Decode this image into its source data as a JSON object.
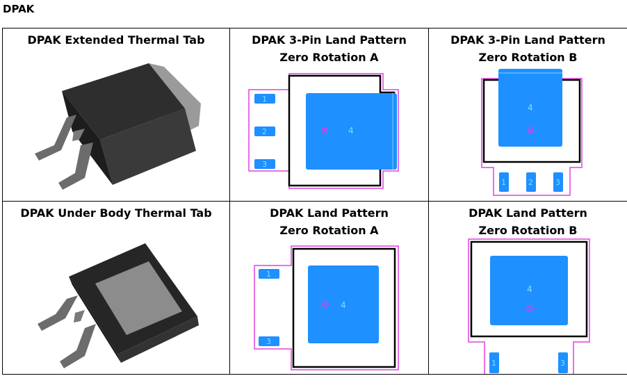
{
  "document": {
    "heading": "DPAK",
    "cells": [
      {
        "title_lines": [
          "DPAK Extended Thermal Tab"
        ],
        "image": "dpak-extended-tab-render"
      },
      {
        "title_lines": [
          "DPAK 3-Pin Land Pattern",
          "Zero Rotation A"
        ],
        "pins": [
          "1",
          "2",
          "3"
        ],
        "tab_pad": "4"
      },
      {
        "title_lines": [
          "DPAK 3-Pin Land Pattern",
          "Zero Rotation B"
        ],
        "pins": [
          "1",
          "2",
          "3"
        ],
        "tab_pad": "4"
      },
      {
        "title_lines": [
          "DPAK Under Body Thermal Tab"
        ],
        "image": "dpak-under-body-tab-render"
      },
      {
        "title_lines": [
          "DPAK Land Pattern",
          "Zero Rotation A"
        ],
        "pins": [
          "1",
          "3"
        ],
        "tab_pad": "4"
      },
      {
        "title_lines": [
          "DPAK Land Pattern",
          "Zero Rotation B"
        ],
        "pins": [
          "1",
          "3"
        ],
        "tab_pad": "4"
      }
    ]
  },
  "colors": {
    "pad_blue": "#1e90ff",
    "courtyard_magenta": "#e040e0",
    "pad_label": "#7fe0ff",
    "package_body": "#2b2b2b",
    "tab_metal": "#8c8c8c"
  }
}
